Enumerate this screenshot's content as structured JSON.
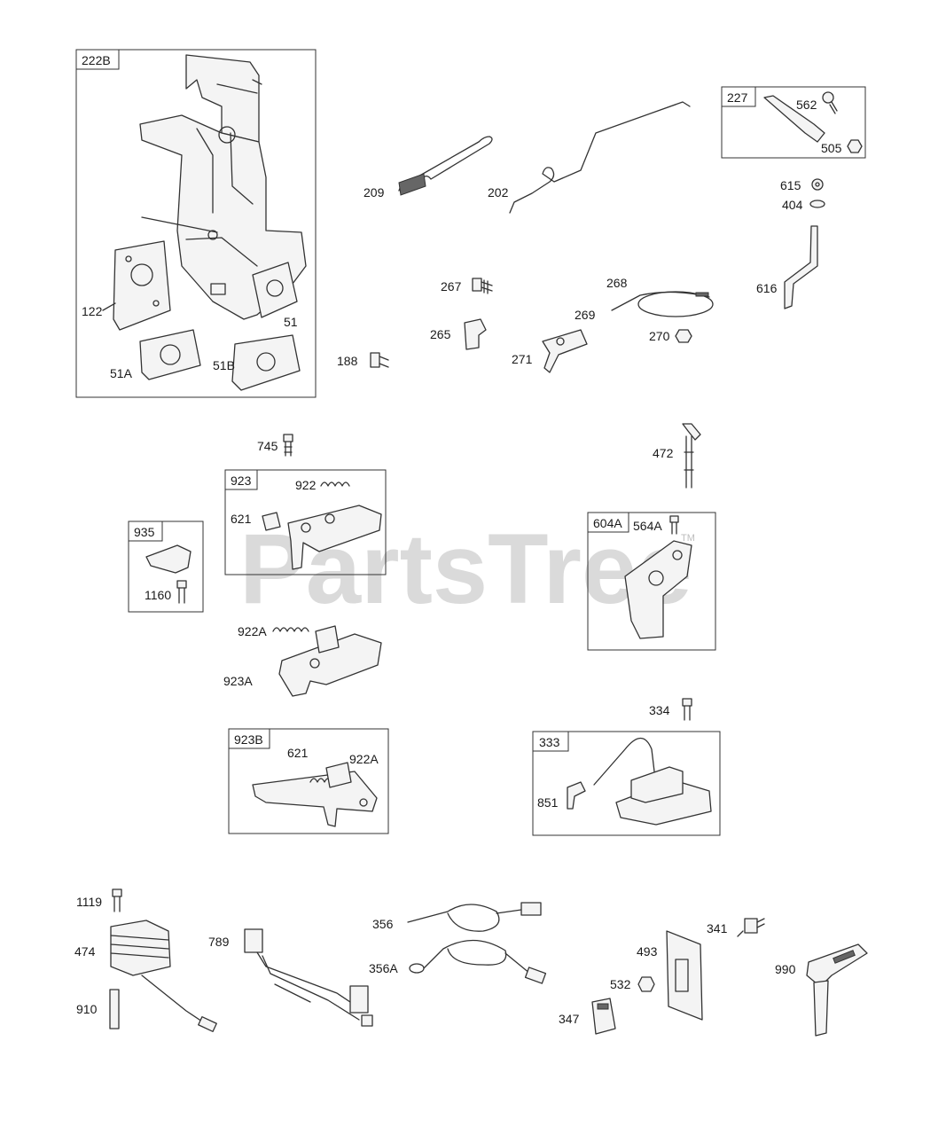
{
  "watermark": {
    "text": "PartsTree",
    "trademark": "TM"
  },
  "callouts": {
    "c222B": "222B",
    "c122": "122",
    "c51": "51",
    "c51A": "51A",
    "c51B": "51B",
    "c209": "209",
    "c202": "202",
    "c227": "227",
    "c562": "562",
    "c505": "505",
    "c615": "615",
    "c404": "404",
    "c616": "616",
    "c267": "267",
    "c268": "268",
    "c269": "269",
    "c265": "265",
    "c270": "270",
    "c188": "188",
    "c271": "271",
    "c745": "745",
    "c923": "923",
    "c922": "922",
    "c621": "621",
    "c472": "472",
    "c935": "935",
    "c1160": "1160",
    "c604A": "604A",
    "c564A": "564A",
    "c922A": "922A",
    "c923A": "923A",
    "c334": "334",
    "c923B": "923B",
    "c621b": "621",
    "c922Ab": "922A",
    "c333": "333",
    "c851": "851",
    "c1119": "1119",
    "c474": "474",
    "c910": "910",
    "c789": "789",
    "c356": "356",
    "c356A": "356A",
    "c341": "341",
    "c493": "493",
    "c532": "532",
    "c990": "990",
    "c347": "347"
  }
}
